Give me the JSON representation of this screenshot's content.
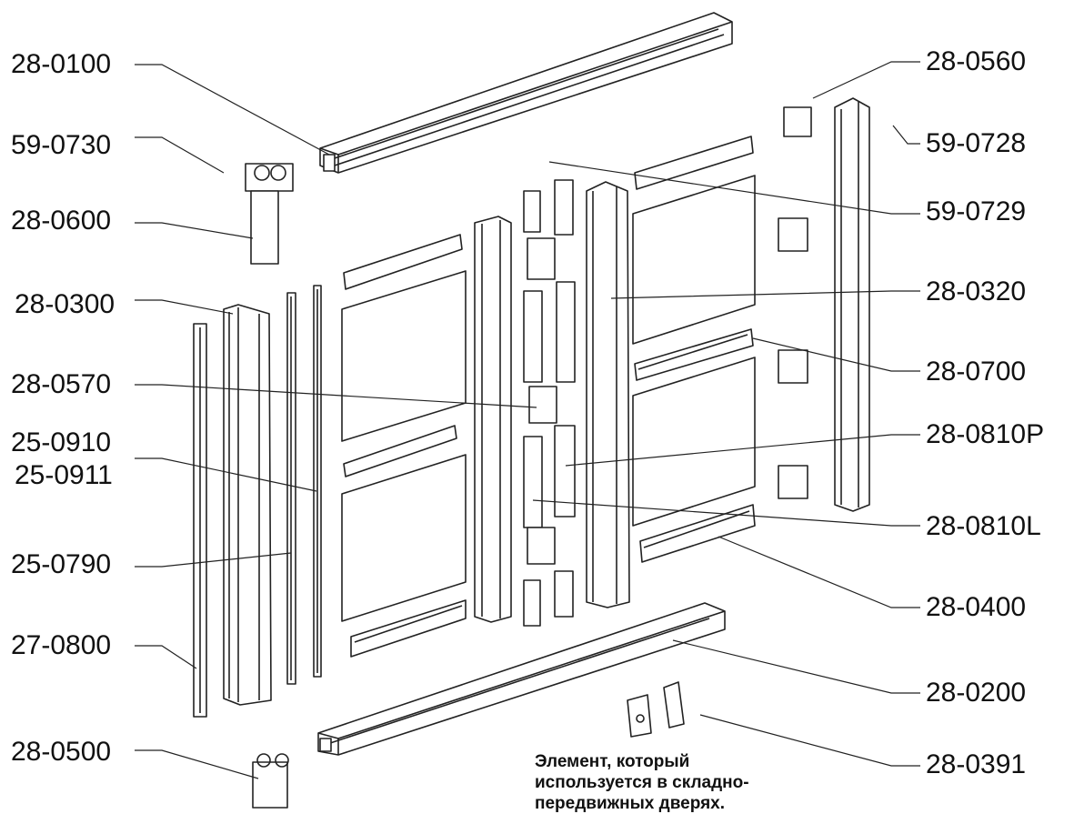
{
  "parts": {
    "p0100": "28-0100",
    "p0730": "59-0730",
    "p0600": "28-0600",
    "p0300": "28-0300",
    "p0570": "28-0570",
    "p0910": "25-0910",
    "p0911": "25-0911",
    "p0790": "25-0790",
    "p0800": "27-0800",
    "p0500": "28-0500",
    "p0560": "28-0560",
    "p0728": "59-0728",
    "p0729": "59-0729",
    "p0320": "28-0320",
    "p0700": "28-0700",
    "p0810P": "28-0810P",
    "p0810L": "28-0810L",
    "p0400": "28-0400",
    "p0200": "28-0200",
    "p0391": "28-0391"
  },
  "caption": {
    "line1": "Элемент, который",
    "line2": "используется в складно-",
    "line3": "передвижных дверях."
  }
}
